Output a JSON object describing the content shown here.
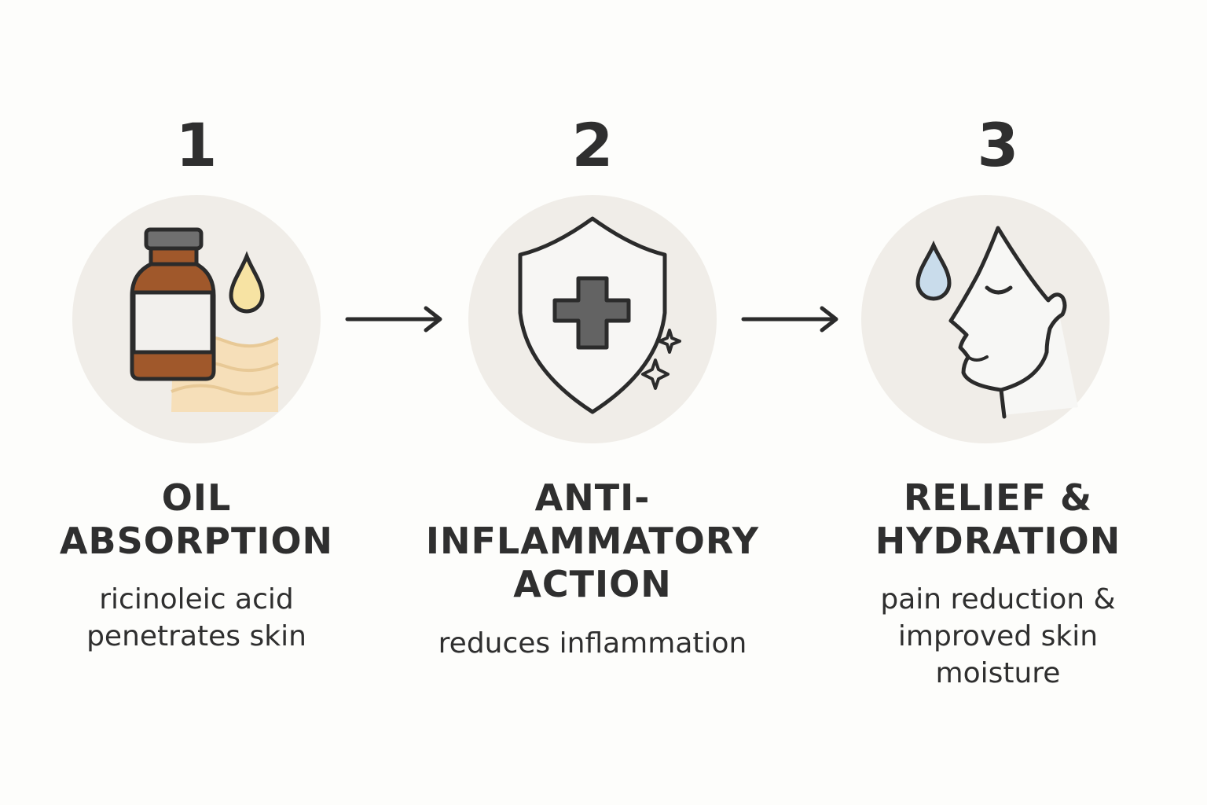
{
  "steps": [
    {
      "number": "1",
      "title": "OIL\nABSORPTION",
      "description": "ricinoleic acid\npenetrates skin",
      "icon": "oil-bottle-drop-skin-icon"
    },
    {
      "number": "2",
      "title": "ANTI-\nINFLAMMATORY\nACTION",
      "description": "reduces inflammation",
      "icon": "shield-cross-icon"
    },
    {
      "number": "3",
      "title": "RELIEF &\nHYDRATION",
      "description": "pain reduction &\nimproved skin\nmoisture",
      "icon": "face-water-drop-icon"
    }
  ],
  "arrows": [
    "arrow-right-icon",
    "arrow-right-icon"
  ],
  "colors": {
    "background": "#fdfdfb",
    "circle": "#f0ede8",
    "ink": "#2f2f2f",
    "bottle": "#a0582b",
    "oil_drop": "#f7e3a3",
    "skin": "#f6dfb9",
    "water_drop": "#c9dceb",
    "cross": "#636363"
  }
}
